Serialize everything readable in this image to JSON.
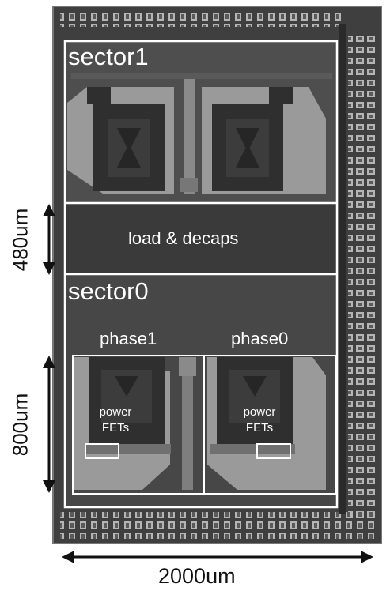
{
  "labels": {
    "sector1": "sector1",
    "load_decaps": "load & decaps",
    "sector0": "sector0",
    "phase1": "phase1",
    "phase0": "phase0",
    "power_fets_left_line1": "power",
    "power_fets_left_line2": "FETs",
    "power_fets_right_line1": "power",
    "power_fets_right_line2": "FETs"
  },
  "dimensions": {
    "height_load": "480um",
    "height_phase": "800um",
    "width_die": "2000um"
  },
  "colors": {
    "die_background": "#4a4a4a",
    "metal_light": "#9a9a9a",
    "metal_dark": "#2e2e2e",
    "outline": "#ffffff",
    "dimension_ink": "#111111"
  }
}
